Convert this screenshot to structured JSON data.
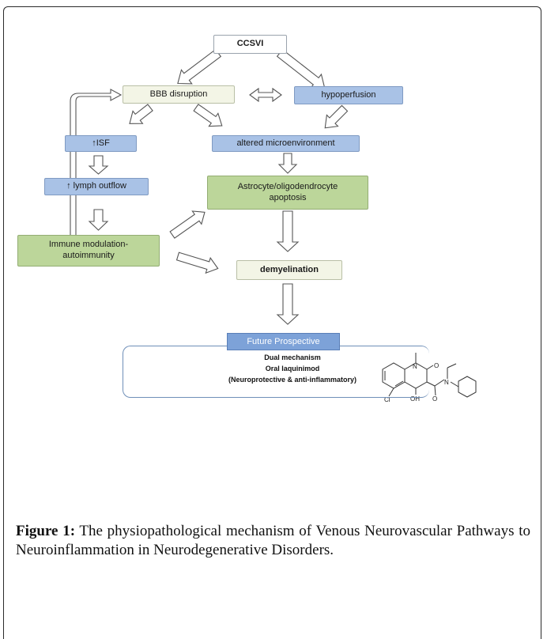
{
  "diagram": {
    "nodes": {
      "ccsvi": "CCSVI",
      "bbb": "BBB disruption",
      "hypoperfusion": "hypoperfusion",
      "isf": "↑ISF",
      "altered": "altered microenvironment",
      "lymph": "↑ lymph outflow",
      "astro": "Astrocyte/oligodendrocyte apoptosis",
      "immune": "Immune modulation-autoimmunity",
      "demyelination": "demyelination"
    },
    "future": {
      "title": "Future Prospective",
      "line1": "Dual mechanism",
      "line2": "Oral laquinimod",
      "line3": "(Neuroprotective & anti-inflammatory)"
    },
    "molecule": {
      "labels": [
        "O",
        "O",
        "N",
        "N",
        "Cl",
        "OH"
      ]
    }
  },
  "caption": {
    "label": "Figure 1:",
    "text": "The physiopathological mechanism of Venous Neurovascular Pathways to Neuroinflammation in Neurodegenerative Disorders."
  }
}
